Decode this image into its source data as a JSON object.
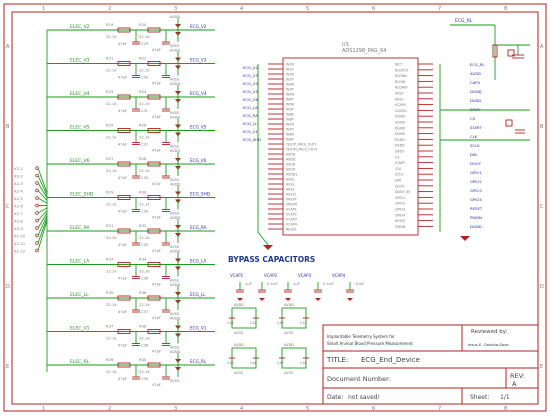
{
  "frame": {
    "col_labels": [
      "1",
      "2",
      "3",
      "4",
      "5",
      "6",
      "7",
      "8"
    ],
    "row_labels": [
      "A",
      "B",
      "C",
      "D",
      "E"
    ]
  },
  "input_nets": [
    "ELEC_V2",
    "ELEC_V3",
    "ELEC_V4",
    "ELEC_V5",
    "ELEC_V6",
    "ELEC_SHD",
    "ELEC_RA",
    "ELEC_LA",
    "ELEC_LL",
    "ELEC_V1",
    "ELEC_RL"
  ],
  "filter_rows": [
    {
      "res": "R19",
      "res_val": "22.1k",
      "cap": "C29",
      "cap_val": "47pF",
      "res2": "R20",
      "res2_val": "22.1k",
      "net": "ECG_V2"
    },
    {
      "res": "R21",
      "res_val": "22.1k",
      "cap": "C30",
      "cap_val": "47pF",
      "res2": "R22",
      "res2_val": "22.1k",
      "net": "ECG_V3"
    },
    {
      "res": "R23",
      "res_val": "22.1k",
      "cap": "C31",
      "cap_val": "47pF",
      "res2": "R24",
      "res2_val": "22.1k",
      "net": "ECG_V4"
    },
    {
      "res": "R25",
      "res_val": "22.1k",
      "cap": "C32",
      "cap_val": "47pF",
      "res2": "R26",
      "res2_val": "22.1k",
      "net": "ECG_V5"
    },
    {
      "res": "R27",
      "res_val": "22.1k",
      "cap": "C33",
      "cap_val": "47pF",
      "res2": "R28",
      "res2_val": "22.1k",
      "net": "ECG_V6"
    },
    {
      "res": "R29",
      "res_val": "22.1k",
      "cap": "C34",
      "cap_val": "47pF",
      "res2": "R30",
      "res2_val": "22.1k",
      "net": "ECG_SHD"
    },
    {
      "res": "R31",
      "res_val": "22.1k",
      "cap": "C35",
      "cap_val": "47pF",
      "res2": "R32",
      "res2_val": "22.1k",
      "net": "ECG_RA"
    },
    {
      "res": "R33",
      "res_val": "22.1k",
      "cap": "C36",
      "cap_val": "47pF",
      "res2": "R34",
      "res2_val": "22.1k",
      "net": "ECG_LA"
    },
    {
      "res": "R35",
      "res_val": "22.1k",
      "cap": "C37",
      "cap_val": "47pF",
      "res2": "R36",
      "res2_val": "22.1k",
      "net": "ECG_LL"
    },
    {
      "res": "R37",
      "res_val": "22.1k",
      "cap": "C38",
      "cap_val": "47pF",
      "res2": "R38",
      "res2_val": "22.1k",
      "net": "ECG_V1"
    },
    {
      "res": "R39",
      "res_val": "22.1k",
      "cap": "C39",
      "cap_val": "47pF",
      "res2": "R40",
      "res2_val": "22.1k",
      "net": "ECG_RL"
    }
  ],
  "supply": {
    "vdd": "AVDD",
    "vss": "AVSS"
  },
  "connector": {
    "pins": [
      "X2-1",
      "X2-2",
      "X2-3",
      "X2-4",
      "X2-5",
      "X2-6",
      "X2-7",
      "X2-8",
      "X2-9",
      "X2-10",
      "X2-11",
      "X2-12"
    ]
  },
  "ic": {
    "ref": "U3",
    "name": "ADS1298_PAG_64",
    "left_pins": [
      "IN1N",
      "IN1P",
      "IN2N",
      "IN2P",
      "IN3N",
      "IN3P",
      "IN4N",
      "IN4P",
      "IN5N",
      "IN5P",
      "IN6N",
      "IN6P",
      "IN7N",
      "IN7P",
      "IN8N",
      "IN8P",
      "TESTP_PACE_OUT1",
      "TESTN_PACE_OUT2",
      "AVDD",
      "AVDD",
      "AVDD",
      "AVDD",
      "AVDD1",
      "AVSS",
      "AVSS",
      "AVSS",
      "AVSS1",
      "VREFP",
      "VREFN",
      "VCAP1",
      "VCAP2",
      "VCAP3",
      "VCAP4",
      "RESV1"
    ],
    "left_nets": [
      "ECG_V2",
      "ECG_V3",
      "ECG_V4",
      "ECG_V5",
      "ECG_V6",
      "ECG_LA",
      "ECG_RA",
      "ECG_LL",
      "ECG_V1",
      "ECG_SHD"
    ],
    "right_pins": [
      "WCT",
      "RLDOUT",
      "RLDINV",
      "RLDIN",
      "RLDREF",
      "AVSS",
      "AVSS",
      "VCAP4",
      "CLKSEL",
      "DGND",
      "DGND",
      "DGND",
      "DGND",
      "DVDD",
      "DVDD",
      "DRDY",
      "CS",
      "START",
      "CLK",
      "SCLK",
      "DIN",
      "DOUT",
      "DAISY_IN",
      "GPIO1",
      "GPIO2",
      "GPIO3",
      "GPIO4",
      "RESET",
      "PWDN"
    ],
    "right_nets": [
      "ECG_RL",
      "AVDD",
      "CAP4",
      "DGND",
      "DVDD",
      "DRDY",
      "CS",
      "START",
      "CLK",
      "SCLK",
      "DIN",
      "DOUT",
      "GPIO1",
      "GPIO2",
      "GPIO3",
      "GPIO4",
      "RESET",
      "PWDN",
      "DGND"
    ]
  },
  "caps_area": {
    "title": "BYPASS CAPACITORS",
    "vcap_labels": [
      "VCAP1",
      "VCAP2",
      "VCAP3",
      "VCAP4"
    ],
    "cap_values": [
      "1uF",
      "0.1uF",
      "1uF",
      "0.1uF",
      "10uF"
    ],
    "mini_caps": [
      "C41",
      "C42",
      "C43",
      "C44",
      "C45",
      "C46",
      "C47",
      "C48"
    ]
  },
  "titleblock": {
    "project": "Implantable Telemetry System for",
    "project2": "Small Animal Blood Pressure Measurement",
    "reviewed_by": "Reviewed by:",
    "reviewer": "Jesus E. Gaxiola-Sosa",
    "title_label": "TITLE:",
    "title": "ECG_End_Device",
    "docnum_label": "Document Number:",
    "docnum": "",
    "rev_label": "REV:",
    "rev": "A",
    "date_label": "Date:",
    "date": "not saved!",
    "sheet_label": "Sheet:",
    "sheet": "1/1"
  }
}
